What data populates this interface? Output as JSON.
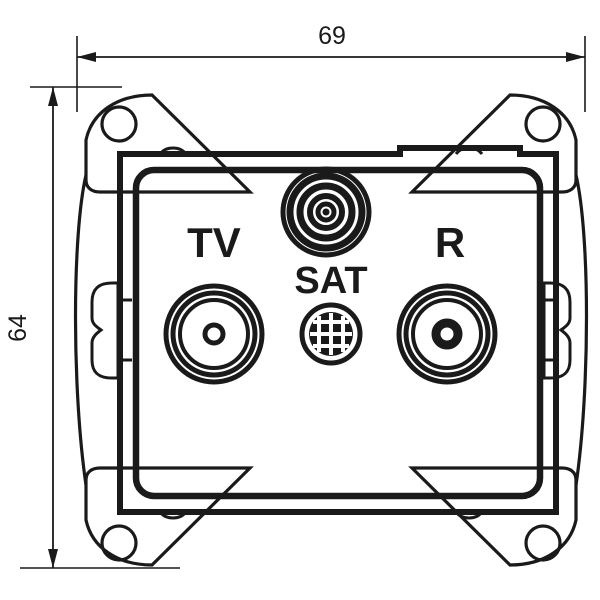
{
  "drawing": {
    "title": "TV/SAT/R antenna socket outline drawing",
    "background_color": "#ffffff",
    "line_color": "#1a1a1a"
  },
  "dimensions": {
    "width": {
      "value": "69",
      "unit": "mm",
      "orientation": "horizontal",
      "position": "top"
    },
    "height": {
      "value": "64",
      "unit": "mm",
      "orientation": "vertical-rotated",
      "position": "left"
    }
  },
  "ports": [
    {
      "id": "tv",
      "label": "TV",
      "type": "coaxial-female",
      "position": "left"
    },
    {
      "id": "sat",
      "label": "SAT",
      "type": "f-connector",
      "position": "center-bottom"
    },
    {
      "id": "r",
      "label": "R",
      "type": "coaxial-male",
      "position": "right"
    }
  ],
  "center_port": {
    "id": "center-coax",
    "type": "concentric-coaxial",
    "position": "top-center"
  },
  "frame": {
    "mounting_ears": 4,
    "screw_holes": 4,
    "side_tabs": 2,
    "faceplate": "rounded-rectangle"
  }
}
